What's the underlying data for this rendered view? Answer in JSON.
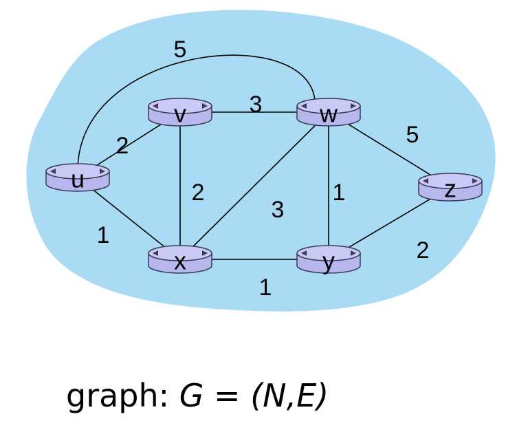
{
  "colors": {
    "cloud": "#a9dcf4",
    "router_body": "#b7b7ee",
    "router_top": "#cacaf6"
  },
  "icons": {
    "node": "router-icon"
  },
  "nodes": [
    {
      "id": "u",
      "label": "u"
    },
    {
      "id": "v",
      "label": "v"
    },
    {
      "id": "w",
      "label": "w"
    },
    {
      "id": "x",
      "label": "x"
    },
    {
      "id": "y",
      "label": "y"
    },
    {
      "id": "z",
      "label": "z"
    }
  ],
  "edges": [
    {
      "from": "u",
      "to": "w",
      "weight": "5"
    },
    {
      "from": "v",
      "to": "w",
      "weight": "3"
    },
    {
      "from": "u",
      "to": "v",
      "weight": "2"
    },
    {
      "from": "w",
      "to": "z",
      "weight": "5"
    },
    {
      "from": "v",
      "to": "x",
      "weight": "2"
    },
    {
      "from": "w",
      "to": "y",
      "weight": "1"
    },
    {
      "from": "x",
      "to": "w",
      "weight": "3"
    },
    {
      "from": "u",
      "to": "x",
      "weight": "1"
    },
    {
      "from": "y",
      "to": "z",
      "weight": "2"
    },
    {
      "from": "x",
      "to": "y",
      "weight": "1"
    }
  ],
  "caption": {
    "prefix": "graph: ",
    "math": "G = (N,E)"
  }
}
